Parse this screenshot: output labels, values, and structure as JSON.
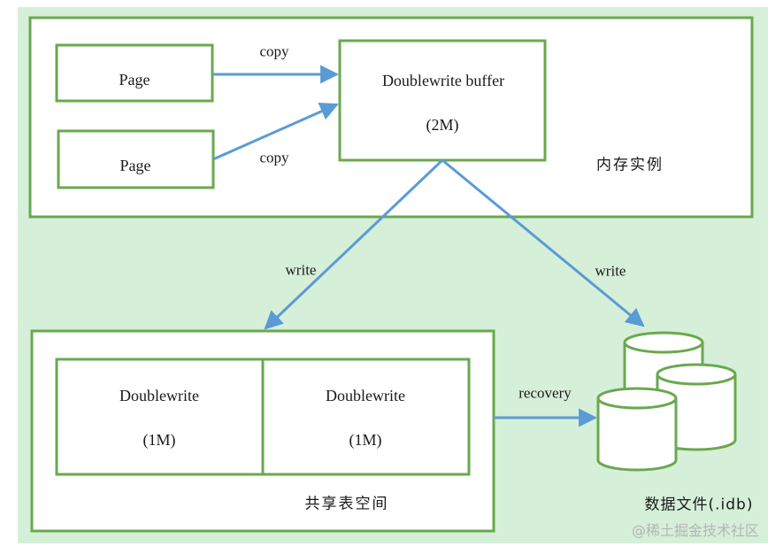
{
  "colors": {
    "background": "#d5efd9",
    "box_fill": "#ffffff",
    "box_border": "#6aa84f",
    "arrow": "#5b9bd5",
    "text": "#1a1a1a",
    "watermark": "#b5b5b5"
  },
  "memory": {
    "page_top_label": "Page",
    "page_bottom_label": "Page",
    "copy_top_label": "copy",
    "copy_bottom_label": "copy",
    "doublewrite_buffer_title": "Doublewrite buffer",
    "doublewrite_buffer_size": "(2M)",
    "instance_label": "内存实例"
  },
  "flows": {
    "write_left_label": "write",
    "write_right_label": "write",
    "recovery_label": "recovery"
  },
  "shared_tablespace": {
    "segment_left_title": "Doublewrite",
    "segment_left_size": "(1M)",
    "segment_right_title": "Doublewrite",
    "segment_right_size": "(1M)",
    "label": "共享表空间"
  },
  "data_files": {
    "label": "数据文件(.idb)"
  },
  "watermark": "@稀土掘金技术社区"
}
